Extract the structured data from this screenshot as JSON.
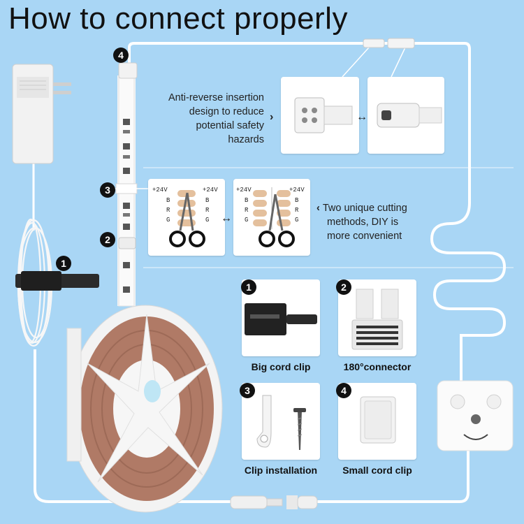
{
  "title": "How to connect properly",
  "anti_reverse_text": [
    "Anti-reverse insertion",
    "design to reduce",
    "potential safety",
    "hazards"
  ],
  "cutting_text": [
    "Two unique cutting",
    "methods, DIY is",
    "more convenient"
  ],
  "pad_labels": {
    "plus24v": "+24V",
    "b": "B",
    "r": "R",
    "g": "G"
  },
  "badges": [
    "1",
    "2",
    "3",
    "4"
  ],
  "accessories": [
    {
      "number": "1",
      "caption": "Big cord clip"
    },
    {
      "number": "2",
      "caption": "180°connector"
    },
    {
      "number": "3",
      "caption": "Clip installation"
    },
    {
      "number": "4",
      "caption": "Small cord clip"
    }
  ],
  "colors": {
    "background": "#a9d6f5",
    "card": "#ffffff",
    "badge": "#111111",
    "strip_copper": "#b07a66"
  }
}
